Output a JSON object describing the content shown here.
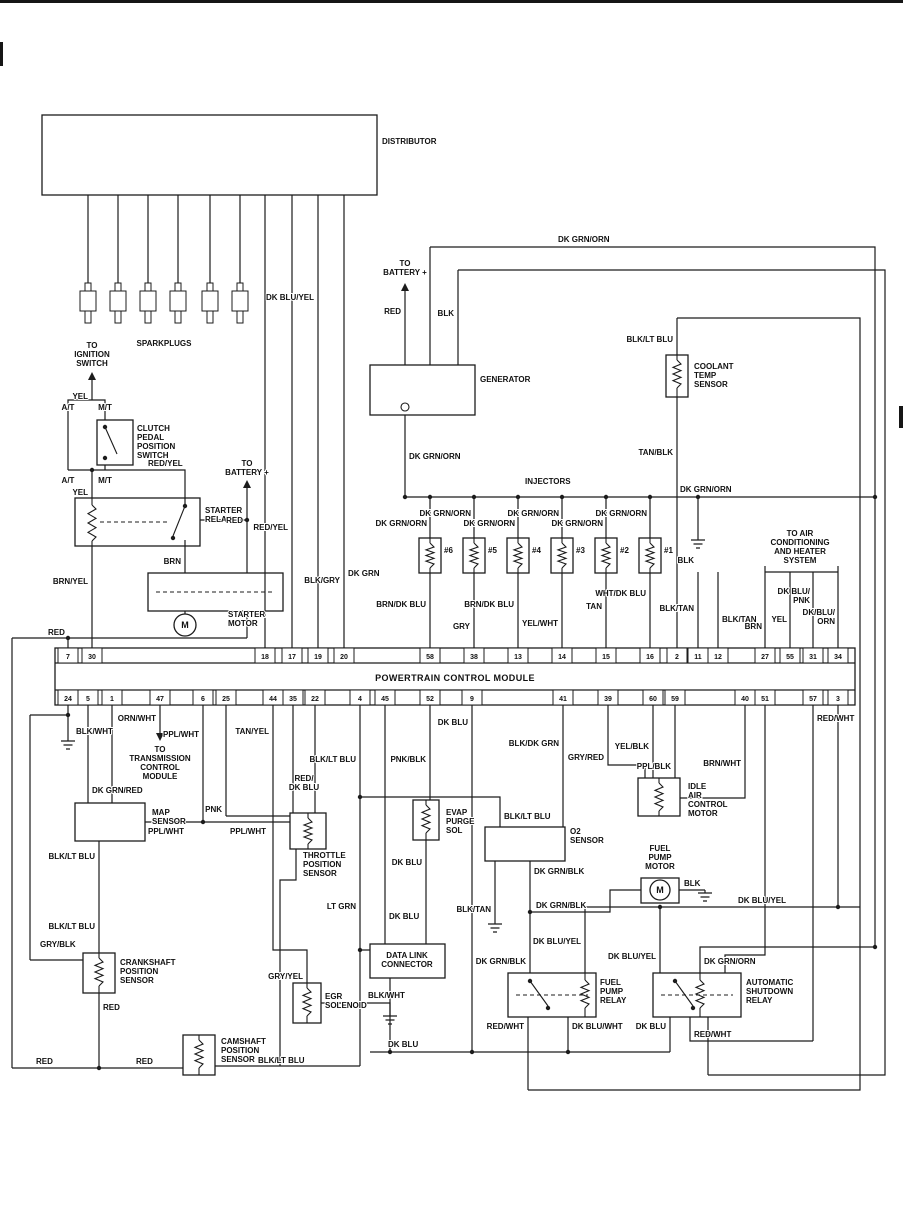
{
  "diagram": {
    "components": {
      "distributor": "DISTRIBUTOR",
      "sparkplugs": "SPARKPLUGS",
      "to_ignition_switch": "TO\nIGNITION\nSWITCH",
      "clutch_pedal_position_switch": "CLUTCH\nPEDAL\nPOSITION\nSWITCH",
      "starter_relay": "STARTER\nRELAY",
      "to_battery": "TO\nBATTERY +",
      "starter_motor": "STARTER\nMOTOR",
      "motor_symbol": "M",
      "generator": "GENERATOR",
      "coolant_temp_sensor": "COOLANT\nTEMP\nSENSOR",
      "injectors": "INJECTORS",
      "injector_numbers": [
        "#6",
        "#5",
        "#4",
        "#3",
        "#2",
        "#1"
      ],
      "to_ac_heater_system": "TO  AIR\nCONDITIONING\nAND HEATER\nSYSTEM",
      "powertrain_control_module": "POWERTRAIN CONTROL MODULE",
      "to_transmission_control_module": "TO\nTRANSMISSION\nCONTROL\nMODULE",
      "map_sensor": "MAP\nSENSOR",
      "throttle_position_sensor": "THROTTLE\nPOSITION\nSENSOR",
      "evap_purge_sol": "EVAP\nPURGE\nSOL",
      "o2_sensor": "O2\nSENSOR",
      "idle_air_control_motor": "IDLE\nAIR\nCONTROL\nMOTOR",
      "fuel_pump_motor": "FUEL\nPUMP\nMOTOR",
      "data_link_connector": "DATA LINK\nCONNECTOR",
      "egr_solenoid": "EGR\nSOLENOID",
      "camshaft_position_sensor": "CAMSHAFT\nPOSITION\nSENSOR",
      "crankshaft_position_sensor": "CRANKSHAFT\nPOSITION\nSENSOR",
      "fuel_pump_relay": "FUEL\nPUMP\nRELAY",
      "automatic_shutdown_relay": "AUTOMATIC\nSHUTDOWN\nRELAY"
    },
    "pcm_pins": {
      "top": [
        "7",
        "30",
        "18",
        "17",
        "19",
        "20",
        "58",
        "38",
        "13",
        "14",
        "15",
        "16",
        "2",
        "11",
        "12",
        "27",
        "55",
        "31",
        "34"
      ],
      "bottom": [
        "24",
        "5",
        "1",
        "47",
        "6",
        "25",
        "44",
        "35",
        "22",
        "4",
        "45",
        "52",
        "9",
        "41",
        "39",
        "60",
        "59",
        "40",
        "51",
        "57",
        "3"
      ]
    },
    "wires": {
      "yel": "YEL",
      "at": "A/T",
      "mt": "M/T",
      "red": "RED",
      "blk": "BLK",
      "brn": "BRN",
      "red_yel": "RED/YEL",
      "brn_yel": "BRN/YEL",
      "dk_blu_yel": "DK BLU/YEL",
      "dk_grn_orn": "DK GRN/ORN",
      "blk_lt_blu": "BLK/LT BLU",
      "tan_blk": "TAN/BLK",
      "dk_grn": "DK GRN",
      "blk_gry": "BLK/GRY",
      "brn_dk_blu": "BRN/DK BLU",
      "gry": "GRY",
      "yel_wht": "YEL/WHT",
      "tan": "TAN",
      "wht_dk_blu": "WHT/DK BLU",
      "blk_tan": "BLK/TAN",
      "dk_blu_pnk": "DK BLU/\nPNK",
      "dk_blu_orn": "DK/BLU/\nORN",
      "blk_wht": "BLK/WHT",
      "orn_wht": "ORN/WHT",
      "ppl_wht": "PPL/WHT",
      "tan_yel": "TAN/YEL",
      "dk_grn_red": "DK GRN/RED",
      "pnk": "PNK",
      "red_dk_blu": "RED/\nDK BLU",
      "pnk_blk": "PNK/BLK",
      "dk_blu": "DK BLU",
      "blk_dk_grn": "BLK/DK GRN",
      "gry_red": "GRY/RED",
      "yel_blk": "YEL/BLK",
      "ppl_blk": "PPL/BLK",
      "brn_wht": "BRN/WHT",
      "red_wht": "RED/WHT",
      "dk_grn_blk": "DK GRN/BLK",
      "lt_grn": "LT GRN",
      "gry_yel": "GRY/YEL",
      "gry_blk": "GRY/BLK",
      "dk_blu_wht": "DK BLU/WHT"
    }
  }
}
